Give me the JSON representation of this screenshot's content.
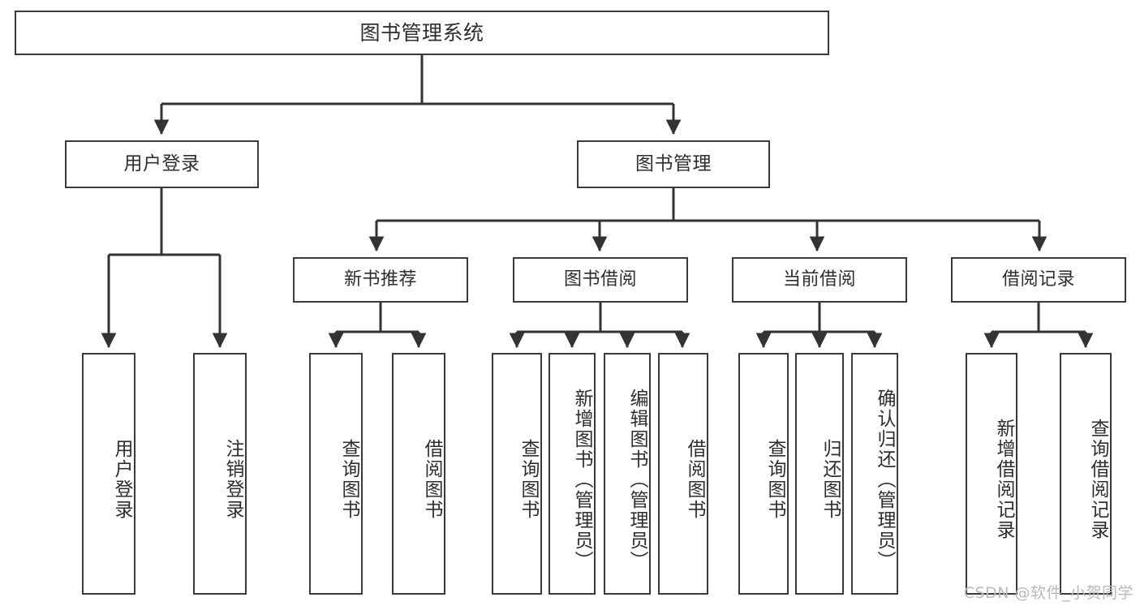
{
  "diagram": {
    "title": "图书管理系统",
    "type": "tree-hierarchy-diagram",
    "root": {
      "id": "root",
      "label": "图书管理系统"
    },
    "level1": [
      {
        "id": "user-login",
        "label": "用户登录"
      },
      {
        "id": "book-admin",
        "label": "图书管理"
      }
    ],
    "level2": [
      {
        "id": "new-book-rec",
        "label": "新书推荐",
        "parent": "book-admin"
      },
      {
        "id": "book-borrow",
        "label": "图书借阅",
        "parent": "book-admin"
      },
      {
        "id": "current-borrow",
        "label": "当前借阅",
        "parent": "book-admin"
      },
      {
        "id": "borrow-record",
        "label": "借阅记录",
        "parent": "book-admin"
      }
    ],
    "leaves": [
      {
        "id": "leaf-user-login",
        "label": "用户登录",
        "parent": "user-login"
      },
      {
        "id": "leaf-logout",
        "label": "注销登录",
        "parent": "user-login"
      },
      {
        "id": "leaf-query-book-1",
        "label": "查询图书",
        "parent": "new-book-rec"
      },
      {
        "id": "leaf-borrow-book-1",
        "label": "借阅图书",
        "parent": "new-book-rec"
      },
      {
        "id": "leaf-query-book-2",
        "label": "查询图书",
        "parent": "book-borrow"
      },
      {
        "id": "leaf-add-book",
        "label": "新增图书（管理员）",
        "parent": "book-borrow"
      },
      {
        "id": "leaf-edit-book",
        "label": "编辑图书（管理员）",
        "parent": "book-borrow"
      },
      {
        "id": "leaf-borrow-book-2",
        "label": "借阅图书",
        "parent": "book-borrow"
      },
      {
        "id": "leaf-query-book-3",
        "label": "查询图书",
        "parent": "current-borrow"
      },
      {
        "id": "leaf-return-book",
        "label": "归还图书",
        "parent": "current-borrow"
      },
      {
        "id": "leaf-confirm-return",
        "label": "确认归还（管理员）",
        "parent": "current-borrow"
      },
      {
        "id": "leaf-add-record",
        "label": "新增借阅记录",
        "parent": "borrow-record"
      },
      {
        "id": "leaf-query-record",
        "label": "查询借阅记录",
        "parent": "borrow-record"
      }
    ],
    "colors": {
      "box_border": "#3a3a3a",
      "box_fill": "#ffffff",
      "connector": "#333333",
      "text": "#2e2e2e",
      "watermark": "#b9b9b9",
      "background": "#ffffff"
    }
  },
  "watermark": {
    "text": "CSDN @软件_小贺同学"
  }
}
